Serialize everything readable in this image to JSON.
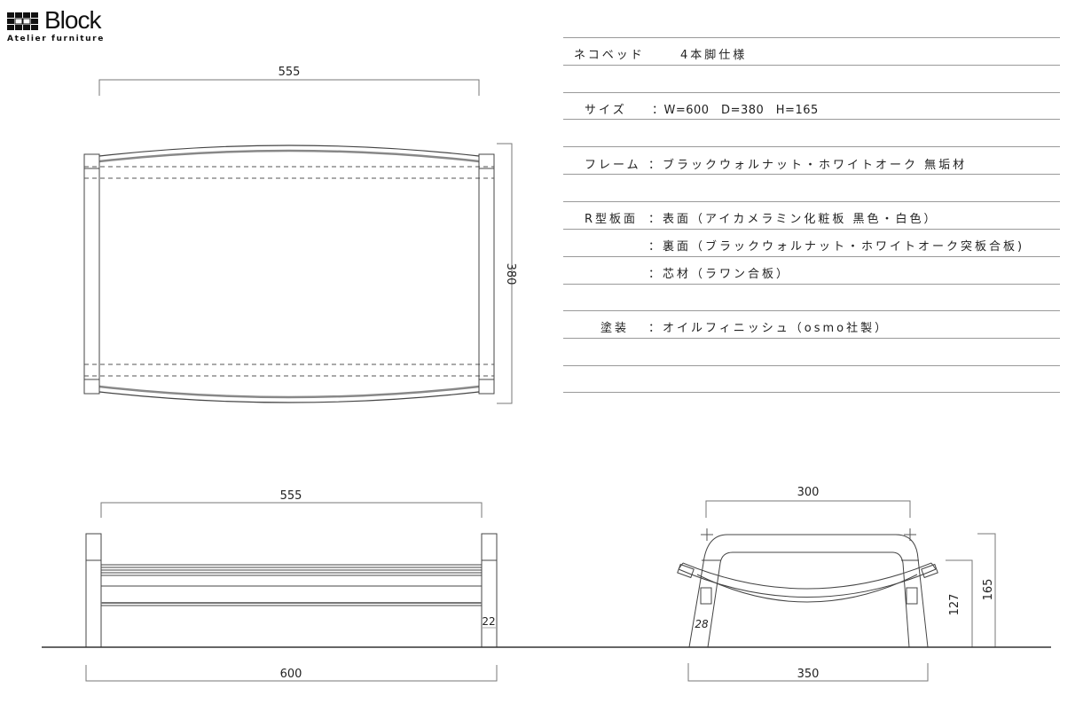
{
  "logo": {
    "brand": "Block",
    "tagline": "Atelier furniture"
  },
  "spec": {
    "title": "ネコベッド",
    "variant": "4本脚仕様",
    "size_label": "サイズ",
    "size_value": "：W=600　D=380　H=165",
    "frame_label": "フレーム",
    "frame_value": "：ブラックウォルナット・ホワイトオーク 無垢材",
    "panel_label": "R型板面",
    "panel_surface": "：表面（アイカメラミン化粧板 黒色・白色）",
    "panel_back": "：裏面（ブラックウォルナット・ホワイトオーク突板合板)",
    "panel_core": "：芯材（ラワン合板）",
    "finish_label": "塗装",
    "finish_value": "：オイルフィニッシュ（osmo社製）"
  },
  "dimensions": {
    "top_width": "555",
    "top_depth": "380",
    "front_inner_width": "555",
    "front_total_width": "600",
    "front_leg_width": "22",
    "side_top_width": "300",
    "side_base_width": "350",
    "side_leg_width": "28",
    "side_board_height": "127",
    "side_total_height": "165"
  }
}
